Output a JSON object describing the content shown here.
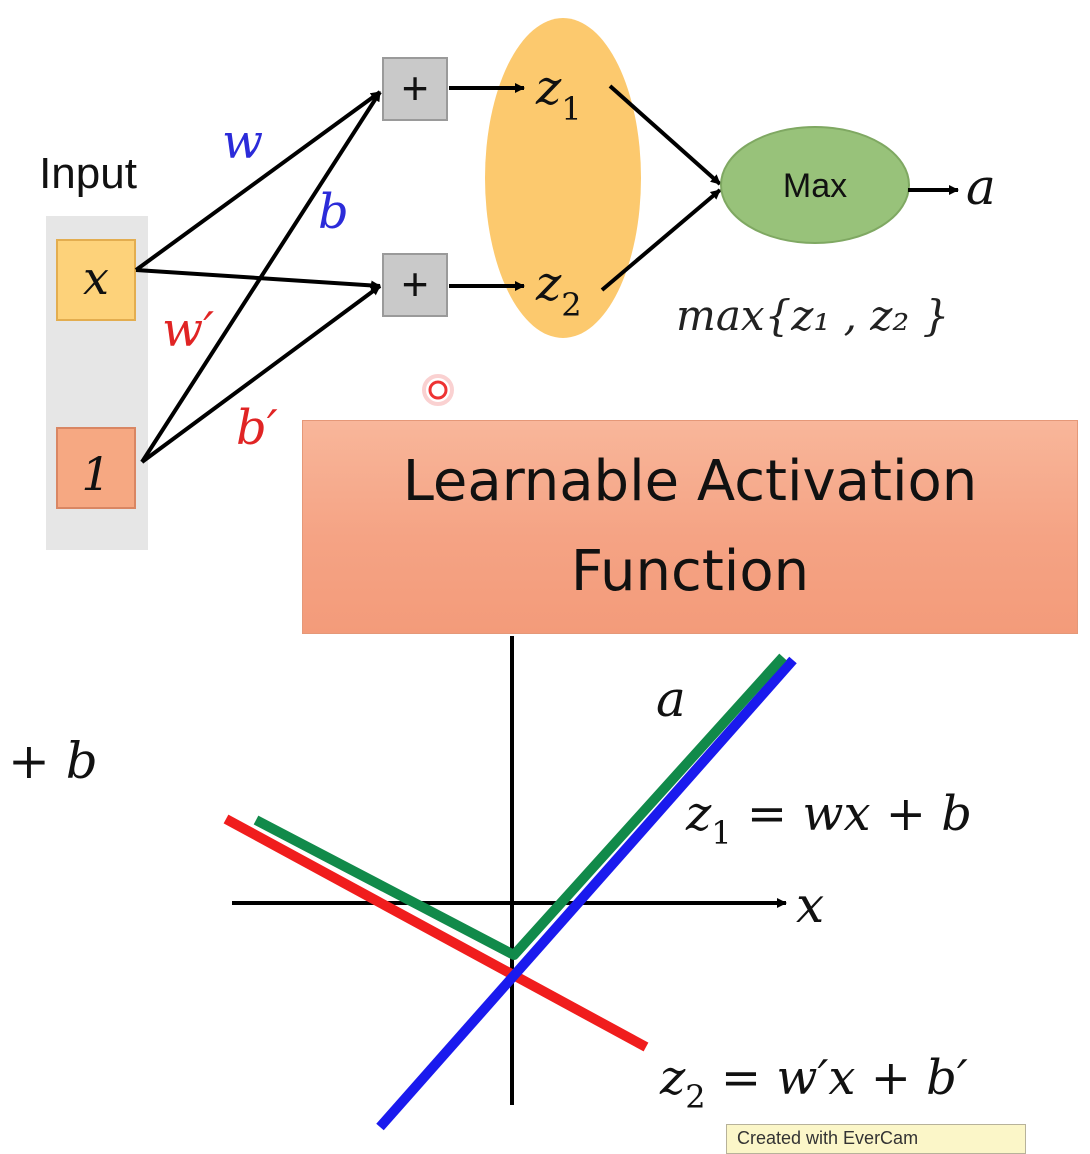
{
  "labels": {
    "input_title": "Input",
    "x_node": "x",
    "one_node": "1",
    "w": "w",
    "b": "b",
    "w_prime": "w′",
    "b_prime": "b′",
    "plus_top": "+",
    "plus_bottom": "+",
    "z1_base": "z",
    "z1_sub": "1",
    "z2_base": "z",
    "z2_sub": "2",
    "max_node": "Max",
    "output_a": "a",
    "max_formula": "max{z₁ , z₂ }",
    "left_fragment": "+ b",
    "graph_a": "a",
    "graph_x": "x",
    "z1_eq_lhs": "z",
    "z1_eq_sub": "1",
    "z1_eq_rhs": " = wx + b",
    "z2_eq_lhs": "z",
    "z2_eq_sub": "2",
    "z2_eq_rhs": " = w′x + b′"
  },
  "banner": {
    "line1": "Learnable Activation",
    "line2": "Function"
  },
  "footer": {
    "text": "Created with EverCam"
  },
  "colors": {
    "weight_blue": "#2b2bd9",
    "weight_red": "#e02424",
    "z1_line": "#1a1aee",
    "z2_line": "#f01d1d",
    "a_line": "#118a4a",
    "input_box": "#fdd27a",
    "one_box": "#f6a882",
    "z_ellipse": "#fcc96e",
    "max_ellipse": "#98c27a"
  }
}
